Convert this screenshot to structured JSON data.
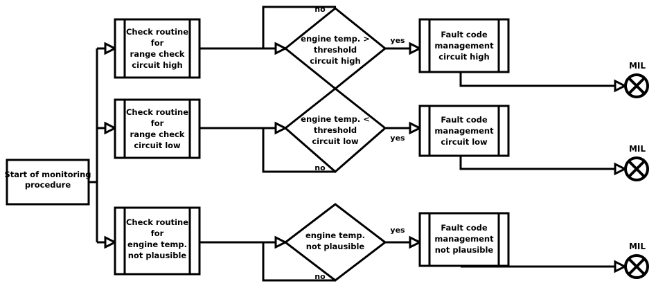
{
  "diagram": {
    "title": "Monitoring procedure flowchart",
    "colors": {
      "stroke": "#000000",
      "fill": "#ffffff",
      "text": "#000000"
    },
    "start": {
      "name": "start-of-monitoring-procedure",
      "lines": [
        "Start of monitoring",
        "procedure"
      ]
    },
    "rows": [
      {
        "id": "circuit-high",
        "check_routine": {
          "lines": [
            "Check routine",
            "for",
            "range check",
            "circuit high"
          ]
        },
        "decision": {
          "lines": [
            "engine temp. >",
            "threshold",
            "circuit high"
          ]
        },
        "yes_label": "yes",
        "no_label": "no",
        "fault_code": {
          "lines": [
            "Fault code",
            "management",
            "circuit high"
          ]
        },
        "lamp_label": "MIL"
      },
      {
        "id": "circuit-low",
        "check_routine": {
          "lines": [
            "Check routine",
            "for",
            "range check",
            "circuit low"
          ]
        },
        "decision": {
          "lines": [
            "engine temp. <",
            "threshold",
            "circuit low"
          ]
        },
        "yes_label": "yes",
        "no_label": "no",
        "fault_code": {
          "lines": [
            "Fault code",
            "management",
            "circuit low"
          ]
        },
        "lamp_label": "MIL"
      },
      {
        "id": "not-plausible",
        "check_routine": {
          "lines": [
            "Check routine",
            "for",
            "engine temp.",
            "not plausible"
          ]
        },
        "decision": {
          "lines": [
            "engine temp.",
            "not plausible"
          ]
        },
        "yes_label": "yes",
        "no_label": "no",
        "fault_code": {
          "lines": [
            "Fault code",
            "management",
            "not plausible"
          ]
        },
        "lamp_label": "MIL"
      }
    ]
  }
}
